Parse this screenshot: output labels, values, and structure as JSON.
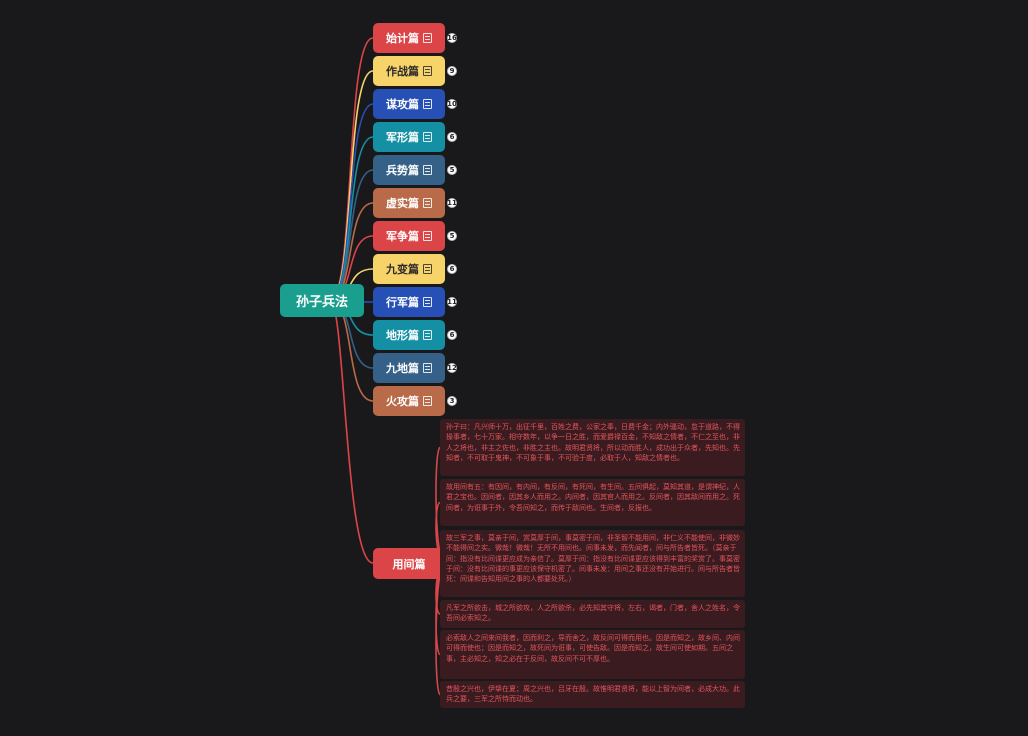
{
  "root": {
    "label": "孙子兵法",
    "color": "#1a9e8d"
  },
  "branches": [
    {
      "label": "始计篇",
      "count": "16",
      "color": "#db4548",
      "light": false
    },
    {
      "label": "作战篇",
      "count": "9",
      "color": "#f7d469",
      "light": true
    },
    {
      "label": "谋攻篇",
      "count": "10",
      "color": "#2650b5",
      "light": false
    },
    {
      "label": "军形篇",
      "count": "6",
      "color": "#158fa4",
      "light": false
    },
    {
      "label": "兵势篇",
      "count": "5",
      "color": "#356088",
      "light": false
    },
    {
      "label": "虚实篇",
      "count": "11",
      "color": "#b96a48",
      "light": false
    },
    {
      "label": "军争篇",
      "count": "5",
      "color": "#db4548",
      "light": false
    },
    {
      "label": "九变篇",
      "count": "6",
      "color": "#f7d469",
      "light": true
    },
    {
      "label": "行军篇",
      "count": "11",
      "color": "#2650b5",
      "light": false
    },
    {
      "label": "地形篇",
      "count": "6",
      "color": "#158fa4",
      "light": false
    },
    {
      "label": "九地篇",
      "count": "12",
      "color": "#356088",
      "light": false
    },
    {
      "label": "火攻篇",
      "count": "3",
      "color": "#b96a48",
      "light": false
    }
  ],
  "expanded_branch": {
    "label": "用间篇",
    "color": "#db4548",
    "leaves": [
      "孙子曰：凡兴师十万，出征千里，百姓之费，公家之奉，日费千金；内外骚动，怠于道路，不得操事者，七十万家。相守数年，以争一日之胜，而爱爵禄百金，不知敌之情者，不仁之至也，非人之将也，非主之佐也，非胜之主也。故明君贤将，所以动而胜人，成功出于众者，先知也。先知者，不可取于鬼神，不可象于事，不可验于度，必取于人，知敌之情者也。",
      "故用间有五：有因间，有内间，有反间，有死间，有生间。五间俱起，莫知其道，是谓神纪，人君之宝也。因间者，因其乡人而用之。内间者，因其官人而用之。反间者，因其敌间而用之。死间者，为诳事于外，令吾间知之，而传于敌间也。生间者，反报也。",
      "故三军之事，莫亲于间，赏莫厚于间，事莫密于间，非圣智不能用间，非仁义不能使间，非微妙不能得间之实。微哉！微哉！无所不用间也。间事未发，而先闻者，间与所告者皆死。（莫亲于间：指没有比间谍更应成为亲信了。莫厚于间：指没有比间谍更应该得到丰富的奖赏了。事莫密于间：没有比间谍的事更应该保守机密了。间事未发：用间之事还没有开始进行。间与所告者皆死：间谍和告知用间之事的人都要处死。）",
      "凡军之所欲击，城之所欲攻，人之所欲杀，必先知其守将，左右，谒者，门者，舍人之姓名，令吾间必索知之。",
      "必索敌人之间来间我者，因而利之，导而舍之，故反间可得而用也。因是而知之，故乡间、内间可得而使也；因是而知之，故死间为诳事，可使告敌。因是而知之，故生间可使如期。五间之事，主必知之，知之必在于反间，故反间不可不厚也。",
      "昔殷之兴也，伊挚在夏；周之兴也，吕牙在殷。故惟明君贤将，能以上智为间者，必成大功。此兵之要，三军之所恃而动也。"
    ]
  }
}
